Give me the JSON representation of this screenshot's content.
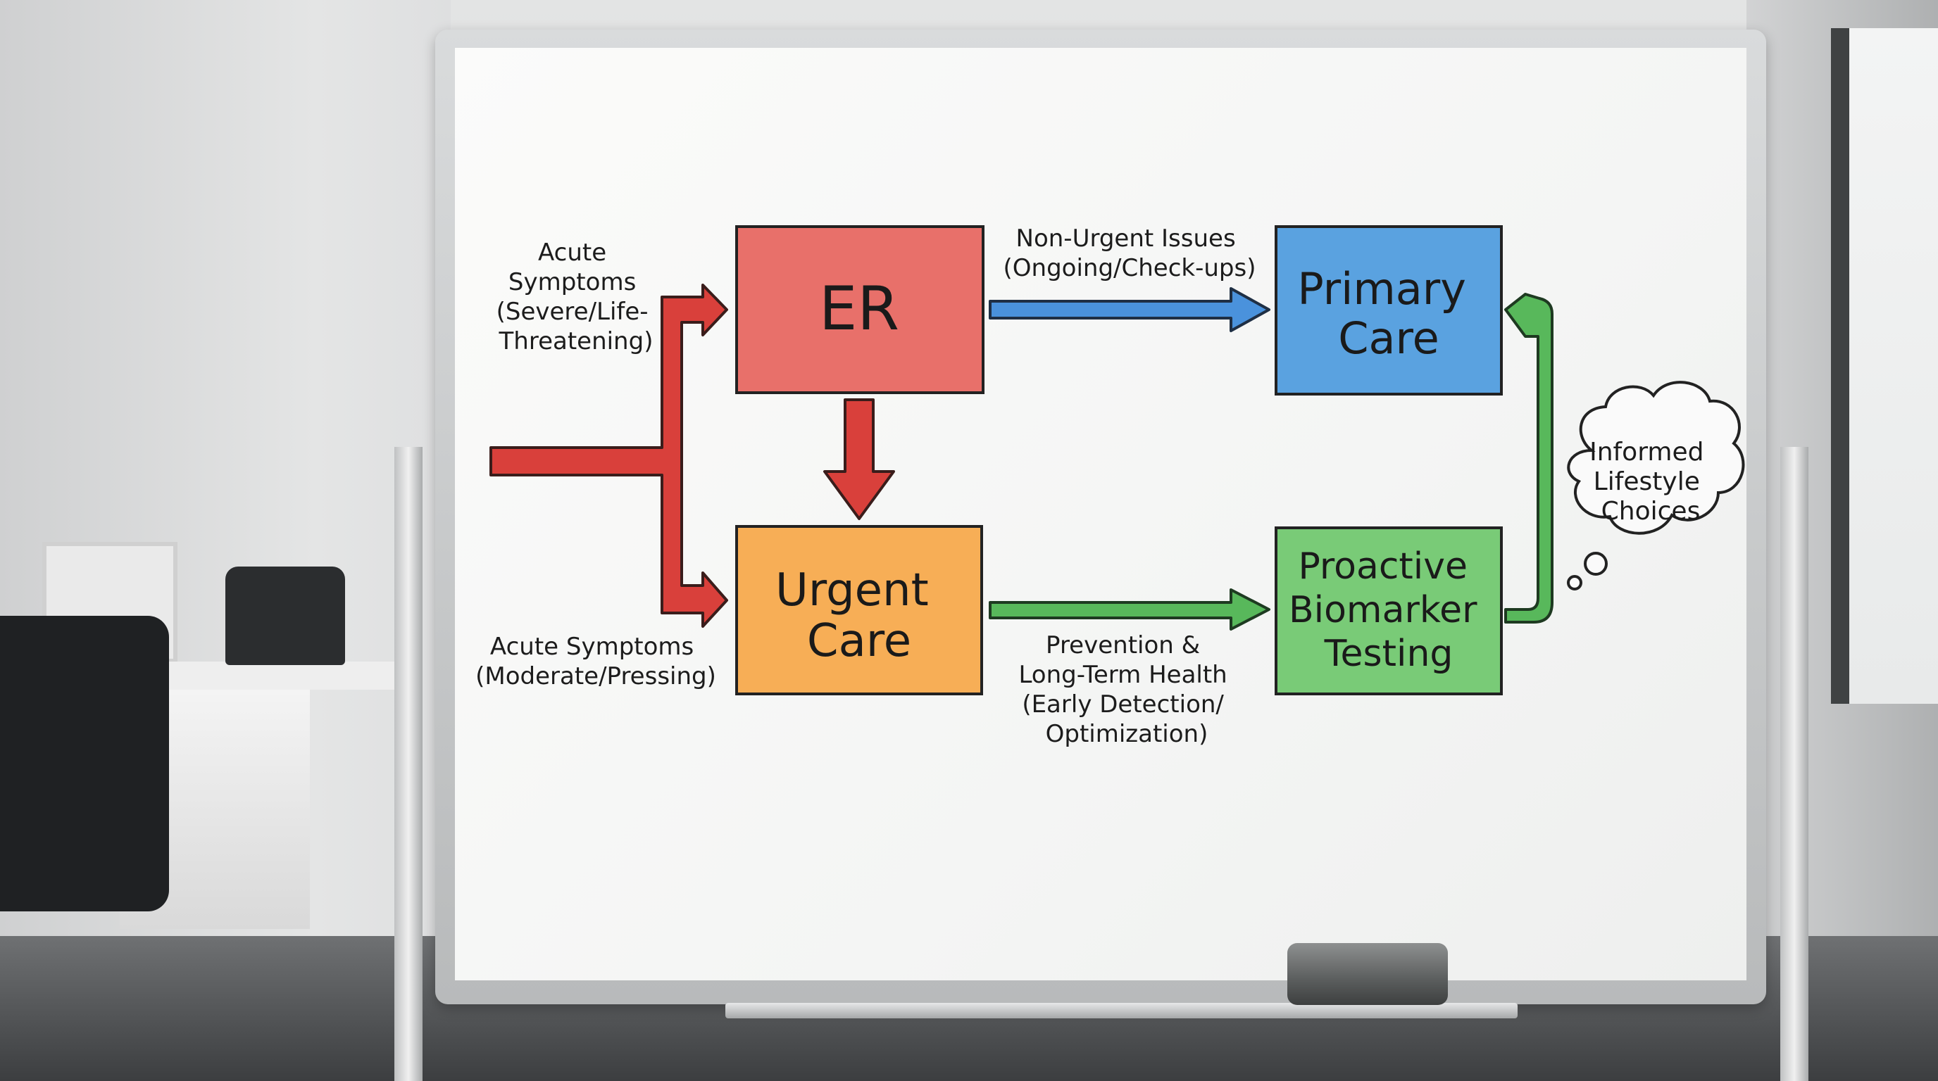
{
  "boxes": {
    "er": "ER",
    "primary_care": [
      "Primary",
      "Care"
    ],
    "urgent_care": [
      "Urgent",
      "Care"
    ],
    "biomarker": [
      "Proactive",
      "Biomarker",
      "Testing"
    ]
  },
  "labels": {
    "acute_severe": [
      "Acute",
      "Symptoms",
      "(Severe/Life-",
      "Threatening)"
    ],
    "acute_moderate": [
      "Acute Symptoms",
      "(Moderate/Pressing)"
    ],
    "non_urgent": [
      "Non-Urgent Issues",
      "(Ongoing/Check-ups)"
    ],
    "prevention": [
      "Prevention &",
      "Long-Term Health",
      "(Early Detection/",
      "Optimization)"
    ],
    "thought": [
      "Informed",
      "Lifestyle",
      "Choices"
    ]
  },
  "colors": {
    "er": "#e8706a",
    "primary_care": "#5aa2e0",
    "urgent_care": "#f7ae56",
    "biomarker": "#79cb77",
    "red_arrow": "#d9403b",
    "blue_arrow": "#4a92dc",
    "green_arrow": "#58b85b"
  }
}
